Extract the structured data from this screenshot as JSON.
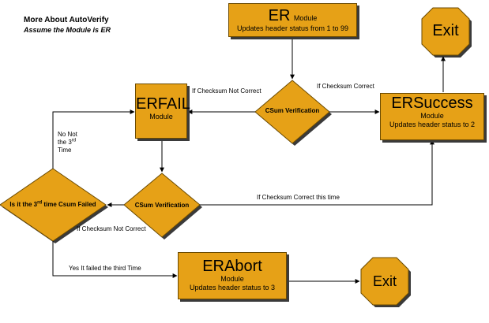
{
  "header": {
    "title": "More About AutoVerify",
    "subtitle": "Assume the Module is ER"
  },
  "nodes": {
    "er": {
      "name": "ER",
      "type": "Module",
      "desc": "Updates header status from 1 to 99"
    },
    "erfail": {
      "name": "ERFAIL",
      "type": "Module"
    },
    "ersuccess": {
      "name": "ERSuccess",
      "type": "Module",
      "desc": "Updates header status to 2"
    },
    "erabort": {
      "name": "ERAbort",
      "type": "Module",
      "desc": "Updates header status to 3"
    },
    "exit_top": {
      "label": "Exit"
    },
    "exit_bottom": {
      "label": "Exit"
    },
    "csum1": {
      "label": "CSum Verification"
    },
    "csum2": {
      "label": "CSum  Verification"
    },
    "third": {
      "label_pre": "Is it the 3",
      "label_sup": "rd",
      "label_post": " time Csum Failed"
    }
  },
  "edges": {
    "not_correct_top": "If Checksum Not Correct",
    "correct_top": "If Checksum Correct",
    "correct_this_time": "If Checksum Correct this time",
    "not_correct_bottom": "If Checksum Not Correct",
    "no_not_3rd": {
      "line1": "No Not",
      "line2_pre": "the  3",
      "line2_sup": "rd",
      "line3": "Time"
    },
    "yes_third": "Yes It failed the third Time"
  },
  "colors": {
    "fill": "#e6a117",
    "stroke": "#6b4a00",
    "shadow": "#3a3a3a",
    "line": "#000000"
  }
}
